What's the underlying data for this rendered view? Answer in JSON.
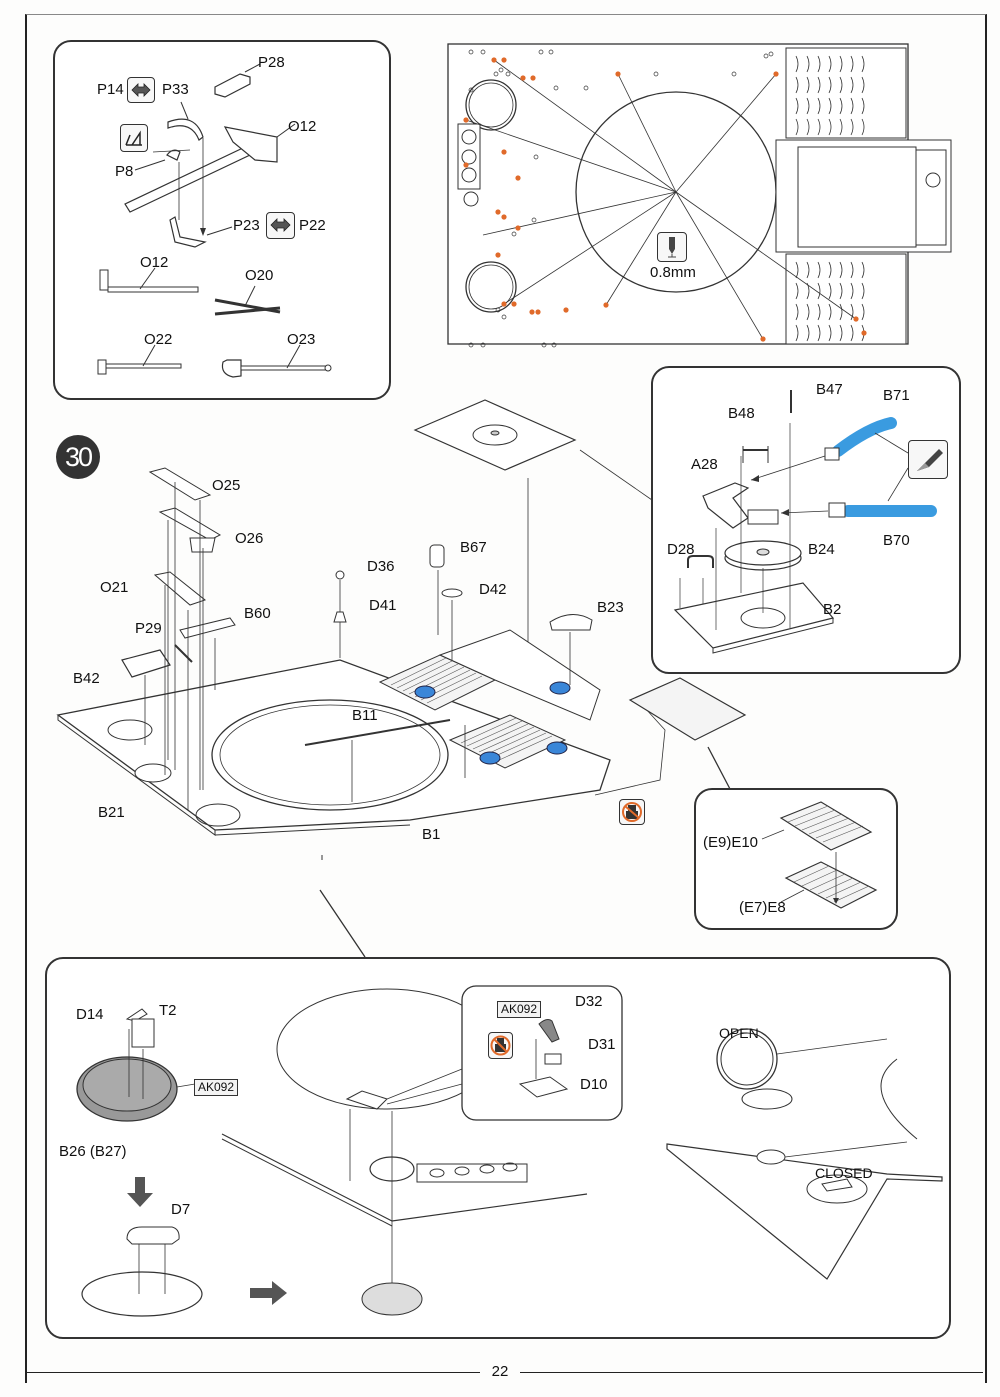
{
  "page": {
    "number": "22",
    "step": "30"
  },
  "tools_panel": {
    "labels": {
      "p28": "P28",
      "p14": "P14",
      "p33": "P33",
      "o12_top": "O12",
      "p8": "P8",
      "p23": "P23",
      "p22": "P22",
      "o12": "O12",
      "o20": "O20",
      "o22": "O22",
      "o23": "O23"
    },
    "icons": [
      "swap-arrow-icon",
      "bend-angle-icon",
      "swap-arrow-icon"
    ]
  },
  "drill_panel": {
    "drill_size": "0.8mm",
    "icon": "drill-bit-icon",
    "hole_color": "#e06a2a"
  },
  "hatch_panel": {
    "labels": {
      "b47": "B47",
      "b48": "B48",
      "b71": "B71",
      "a28": "A28",
      "b70": "B70",
      "d28": "D28",
      "b24": "B24",
      "b2": "B2"
    },
    "icon": "knife-cut-icon",
    "hose_color": "#3a9be0"
  },
  "main_assembly": {
    "labels": {
      "o25": "O25",
      "o26": "O26",
      "o21": "O21",
      "b60": "B60",
      "p29": "P29",
      "b42": "B42",
      "b21": "B21",
      "d36": "D36",
      "b67": "B67",
      "d41": "D41",
      "d42": "D42",
      "b23": "B23",
      "b11": "B11",
      "b1": "B1"
    },
    "marker_color": "#3a86d8",
    "no_glue_icon": "no-glue-icon"
  },
  "grille_panel": {
    "labels": {
      "e10": "(E9)E10",
      "e8": "(E7)E8"
    }
  },
  "bottom_panel": {
    "labels": {
      "d14": "D14",
      "t2": "T2",
      "ak092_a": "AK092",
      "b26": "B26 (B27)",
      "d7": "D7",
      "ak092_b": "AK092",
      "d32": "D32",
      "d31": "D31",
      "d10": "D10",
      "open": "OPEN",
      "closed": "CLOSED"
    }
  }
}
